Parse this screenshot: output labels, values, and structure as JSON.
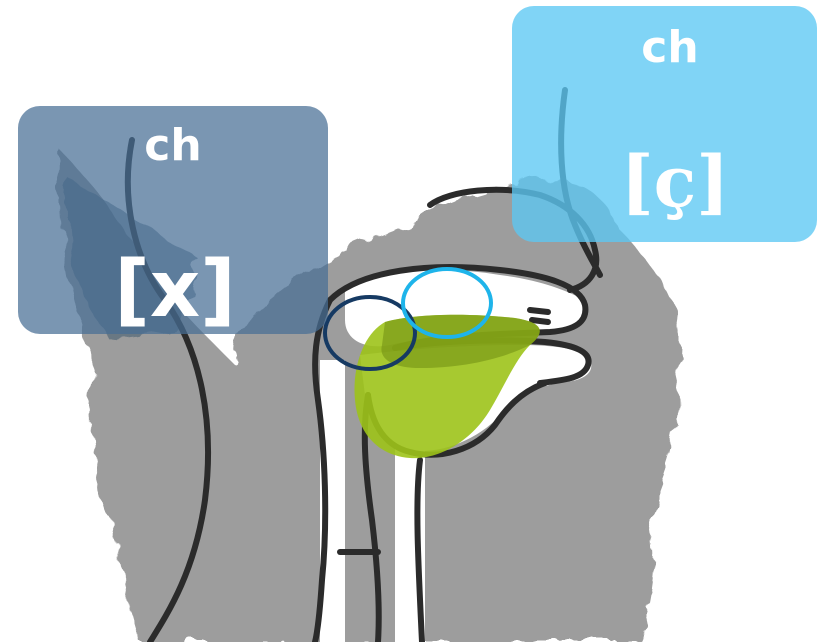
{
  "labels": {
    "velar": {
      "grapheme": "ch",
      "ipa": "[x]"
    },
    "palatal": {
      "grapheme": "ch",
      "ipa": "[ç]"
    }
  },
  "colors": {
    "velar_box": "#4d7aa3",
    "palatal_box": "#5cc8f3",
    "tongue_highlight": "#9dc31a",
    "velar_circle": "#163a63",
    "palatal_circle": "#1eb4ea",
    "tissue": "#8c8c8c",
    "outline": "#2b2b2b"
  },
  "icons": [
    "head-profile-illustration",
    "tongue-highlight",
    "velar-articulation-circle",
    "palatal-articulation-circle"
  ]
}
